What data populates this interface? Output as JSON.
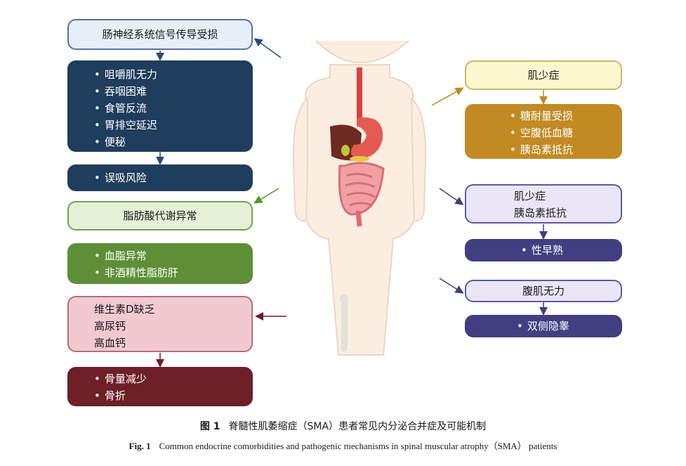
{
  "colors": {
    "light_blue": "#e8eef8",
    "navy": "#1f3d5c",
    "light_green": "#e4f1d8",
    "green": "#5e8f36",
    "pink": "#f2c9d0",
    "maroon": "#6e1f27",
    "light_yellow": "#fbf8cf",
    "ochre": "#c28a22",
    "lavender": "#ebe6f7",
    "indigo": "#3f3f82"
  },
  "left": {
    "enteric": {
      "title": "肠神经系统信号传导受损"
    },
    "gi": {
      "items": [
        "咀嚼肌无力",
        "吞咽困难",
        "食管反流",
        "胃排空延迟",
        "便秘"
      ]
    },
    "aspiration": {
      "items": [
        "误吸风险"
      ]
    },
    "fatty_acid": {
      "title": "脂肪酸代谢异常"
    },
    "lipid": {
      "items": [
        "血脂异常",
        "非酒精性脂肪肝"
      ]
    },
    "vitd": {
      "lines": [
        "维生素D缺乏",
        "高尿钙",
        "高血钙"
      ]
    },
    "bone": {
      "items": [
        "骨量减少",
        "骨折"
      ]
    }
  },
  "right": {
    "sarcopenia": {
      "title": "肌少症"
    },
    "glucose": {
      "items": [
        "糖耐量受损",
        "空腹低血糖",
        "胰岛素抵抗"
      ]
    },
    "sarco_insulin": {
      "lines": [
        "肌少症",
        "胰岛素抵抗"
      ]
    },
    "puberty": {
      "items": [
        "性早熟"
      ]
    },
    "abdominal": {
      "title": "腹肌无力"
    },
    "testes": {
      "items": [
        "双侧隐睾"
      ]
    }
  },
  "caption": {
    "cn_label": "图 1",
    "cn_text": "脊髓性肌萎缩症（SMA）患者常见内分泌合并症及可能机制",
    "en_label": "Fig. 1",
    "en_text": "Common endocrine comorbidities and pathogenic mechanisms in spinal muscular atrophy（SMA） patients"
  }
}
